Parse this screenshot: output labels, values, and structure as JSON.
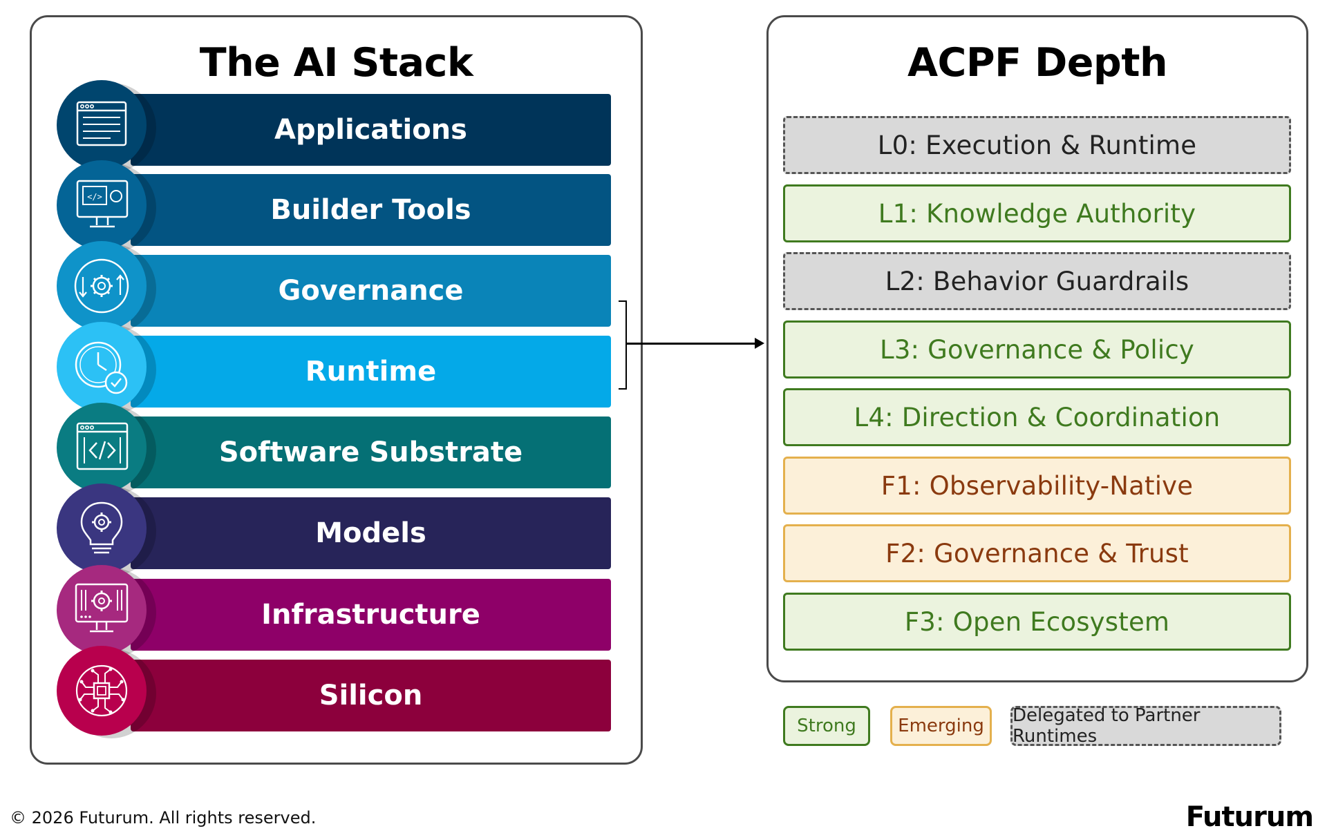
{
  "stack": {
    "title": "The AI Stack",
    "layers": [
      {
        "label": "Applications",
        "bar_color": "#003459",
        "circle_color": "#00456e",
        "icon": "browser-window-icon"
      },
      {
        "label": "Builder Tools",
        "bar_color": "#035482",
        "circle_color": "#046496",
        "icon": "code-monitor-icon"
      },
      {
        "label": "Governance",
        "bar_color": "#0a84b8",
        "circle_color": "#0f93c9",
        "icon": "gear-arrows-icon"
      },
      {
        "label": "Runtime",
        "bar_color": "#04a9e8",
        "circle_color": "#2cc1f5",
        "icon": "clock-check-icon"
      },
      {
        "label": "Software Substrate",
        "bar_color": "#057075",
        "circle_color": "#0a7c82",
        "icon": "code-window-icon"
      },
      {
        "label": "Models",
        "bar_color": "#272459",
        "circle_color": "#3a3680",
        "icon": "lightbulb-gear-icon"
      },
      {
        "label": "Infrastructure",
        "bar_color": "#8e0068",
        "circle_color": "#a6297f",
        "icon": "monitor-gear-icon"
      },
      {
        "label": "Silicon",
        "bar_color": "#8c003c",
        "circle_color": "#b8004d",
        "icon": "chip-icon"
      }
    ]
  },
  "acpf": {
    "title": "ACPF Depth",
    "rows": [
      {
        "label": "L0: Execution & Runtime",
        "status": "delegated"
      },
      {
        "label": "L1: Knowledge Authority",
        "status": "strong"
      },
      {
        "label": "L2: Behavior Guardrails",
        "status": "delegated"
      },
      {
        "label": "L3: Governance & Policy",
        "status": "strong"
      },
      {
        "label": "L4: Direction & Coordination",
        "status": "strong"
      },
      {
        "label": "F1: Observability-Native",
        "status": "emerging"
      },
      {
        "label": "F2: Governance & Trust",
        "status": "emerging"
      },
      {
        "label": "F3: Open Ecosystem",
        "status": "strong"
      }
    ]
  },
  "legend": {
    "strong": "Strong",
    "emerging": "Emerging",
    "delegated": "Delegated to Partner Runtimes"
  },
  "footer": {
    "copyright": "© 2026 Futurum. All rights reserved.",
    "brand": "Futurum"
  }
}
